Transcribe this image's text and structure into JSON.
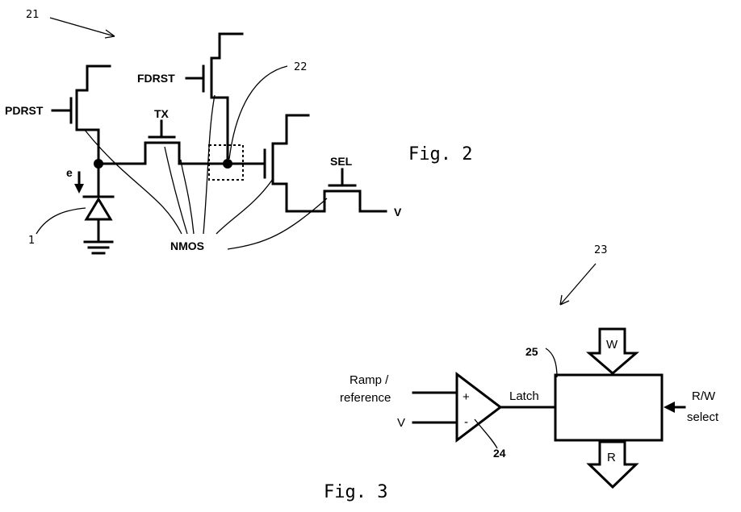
{
  "fig2": {
    "caption": "Fig. 2",
    "ref_circuit": "21",
    "ref_node": "22",
    "ref_photodiode": "1",
    "label_pdrst": "PDRST",
    "label_fdrst": "FDRST",
    "label_tx": "TX",
    "label_sel": "SEL",
    "label_e": "e",
    "label_v": "V",
    "label_nmos": "NMOS"
  },
  "fig3": {
    "caption": "Fig. 3",
    "ref_block": "23",
    "ref_memory": "25",
    "ref_comparator": "24",
    "input_ramp_line1": "Ramp /",
    "input_ramp_line2": "reference",
    "input_v": "V",
    "plus_sign": "+",
    "minus_sign": "-",
    "latch_label": "Latch",
    "write_label": "W",
    "read_label": "R",
    "rw_line1": "R/W",
    "rw_line2": "select"
  }
}
